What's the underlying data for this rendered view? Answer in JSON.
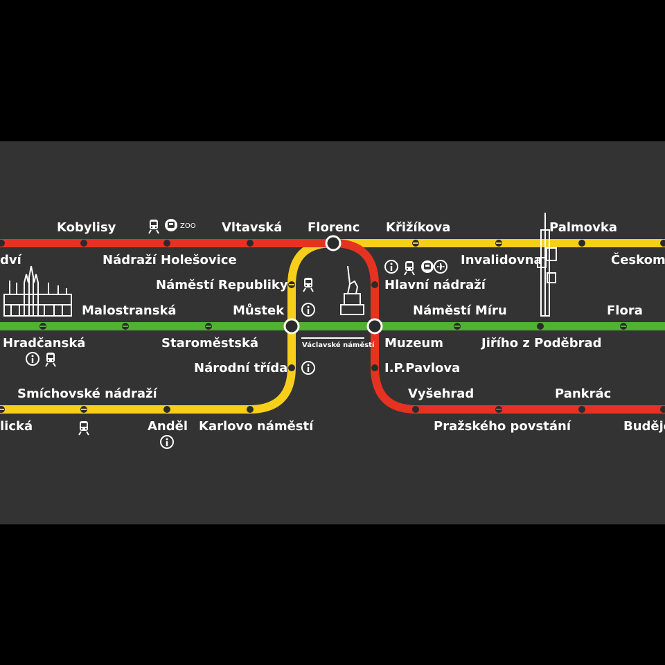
{
  "colors": {
    "background": "#000000",
    "panel": "#333333",
    "line_a": "#52b035",
    "line_b": "#f7cf1a",
    "line_c": "#e63220",
    "station_dot": "#2b2b2b",
    "label": "#ffffff"
  },
  "stations": {
    "kobylisy": "Kobylisy",
    "nadrazi_holesovice": "Nádraží Holešovice",
    "vltavska": "Vltavská",
    "florenc": "Florenc",
    "krizikova": "Křižíkova",
    "invalidovna": "Invalidovna",
    "palmovka": "Palmovka",
    "ceskomoravska": "Českom",
    "letnany_fragment": "dví",
    "namesti_republiky": "Náměstí Republiky",
    "hlavni_nadrazi": "Hlavní nádraží",
    "malostranska": "Malostranská",
    "mustek": "Můstek",
    "namesti_miru": "Náměstí Míru",
    "flora": "Flora",
    "hradcanska": "Hradčanská",
    "staromestska": "Staroměstská",
    "muzeum": "Muzeum",
    "jiriho_z_podebrad": "Jiřího z Poděbrad",
    "narodni_trida": "Národní třída",
    "ip_pavlova": "I.P.Pavlova",
    "smichovske_nadrazi": "Smíchovské nádraží",
    "vysehrad": "Vyšehrad",
    "pankrac": "Pankrác",
    "jinonicka_fragment": "lická",
    "andel": "Anděl",
    "karlovo_namesti": "Karlovo náměstí",
    "prazskeho_povstani": "Pražského povstání",
    "budejovicka_fragment": "Budějo"
  },
  "landmarks": {
    "vaclavske_namesti": "Václavské náměstí",
    "zoo": "ZOO"
  },
  "icons": {
    "info": "info-icon",
    "train": "train-icon",
    "bus": "bus-icon",
    "airplane": "airplane-icon",
    "cathedral": "st-vitus-cathedral-icon",
    "statue": "st-wenceslas-statue-icon",
    "tower": "zizkov-tv-tower-icon"
  }
}
